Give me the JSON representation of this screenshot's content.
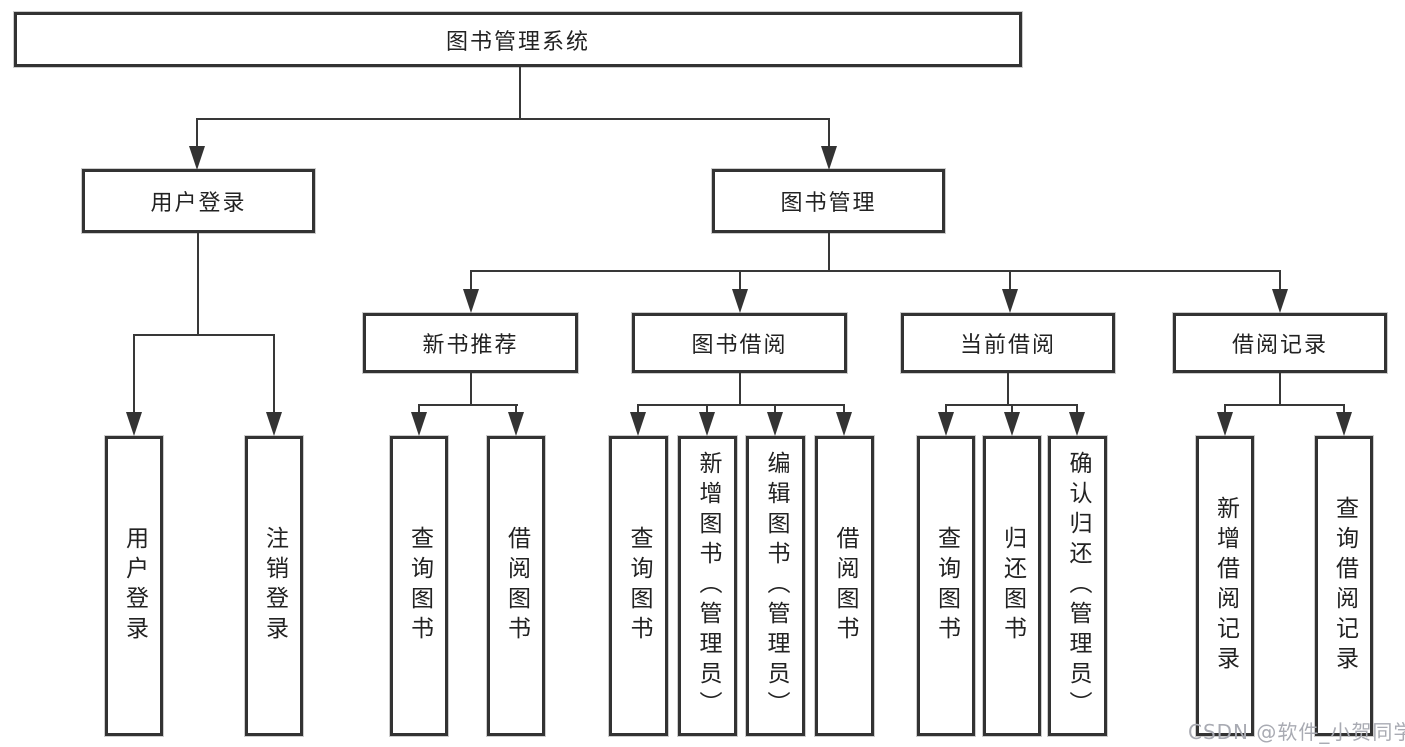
{
  "diagram": {
    "root": {
      "label": "图书管理系统"
    },
    "level2": [
      {
        "label": "用户登录"
      },
      {
        "label": "图书管理"
      }
    ],
    "level3": [
      {
        "label": "新书推荐"
      },
      {
        "label": "图书借阅"
      },
      {
        "label": "当前借阅"
      },
      {
        "label": "借阅记录"
      }
    ],
    "leaves": {
      "user_login": [
        "用户登录",
        "注销登录"
      ],
      "new_book_recommend": [
        "查询图书",
        "借阅图书"
      ],
      "book_borrowing": [
        "查询图书",
        "新增图书（管理员）",
        "编辑图书（管理员）",
        "借阅图书"
      ],
      "current_borrowing": [
        "查询图书",
        "归还图书",
        "确认归还（管理员）"
      ],
      "borrowing_records": [
        "新增借阅记录",
        "查询借阅记录"
      ]
    }
  },
  "watermark": {
    "text": "CSDN @软件_小贺同学"
  },
  "colors": {
    "line": "#383838",
    "box_border": "#333333",
    "text": "#222222",
    "watermark": "#a9abb3",
    "background": "#ffffff"
  }
}
